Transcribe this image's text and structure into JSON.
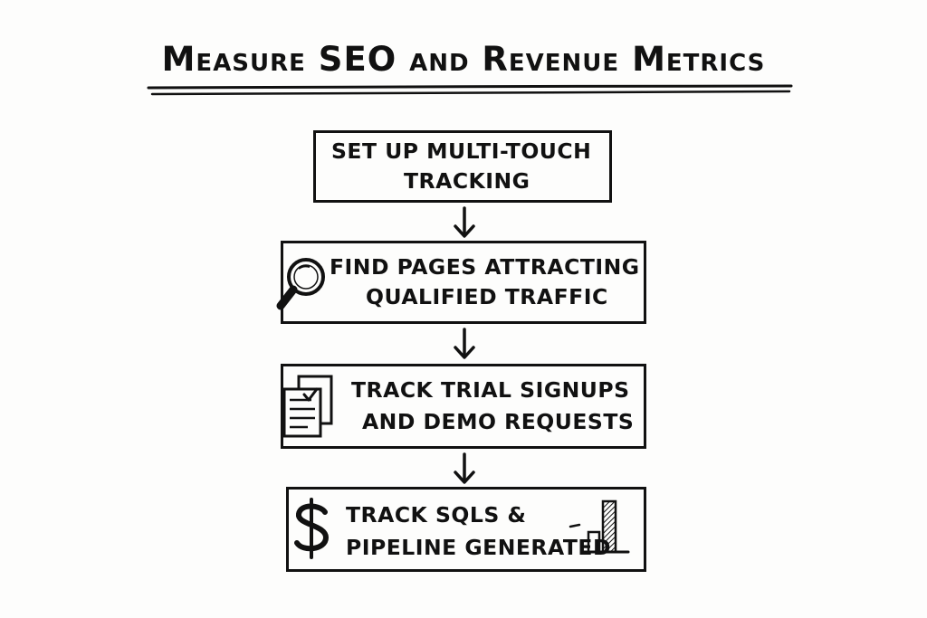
{
  "title": "Measure SEO and Revenue Metrics",
  "steps": [
    {
      "line1": "Set up multi-touch",
      "line2": "tracking",
      "icon": "none"
    },
    {
      "line1": "Find pages attracting",
      "line2": "qualified traffic",
      "icon": "magnifying-glass-icon"
    },
    {
      "line1": "Track trial signups",
      "line2": "and demo requests",
      "icon": "documents-checklist-icon"
    },
    {
      "line1": "Track SQLs &",
      "line2": "pipeline generated",
      "icon": "dollar-sign-icon"
    }
  ],
  "colors": {
    "ink": "#111111",
    "background": "#fdfdfc"
  }
}
